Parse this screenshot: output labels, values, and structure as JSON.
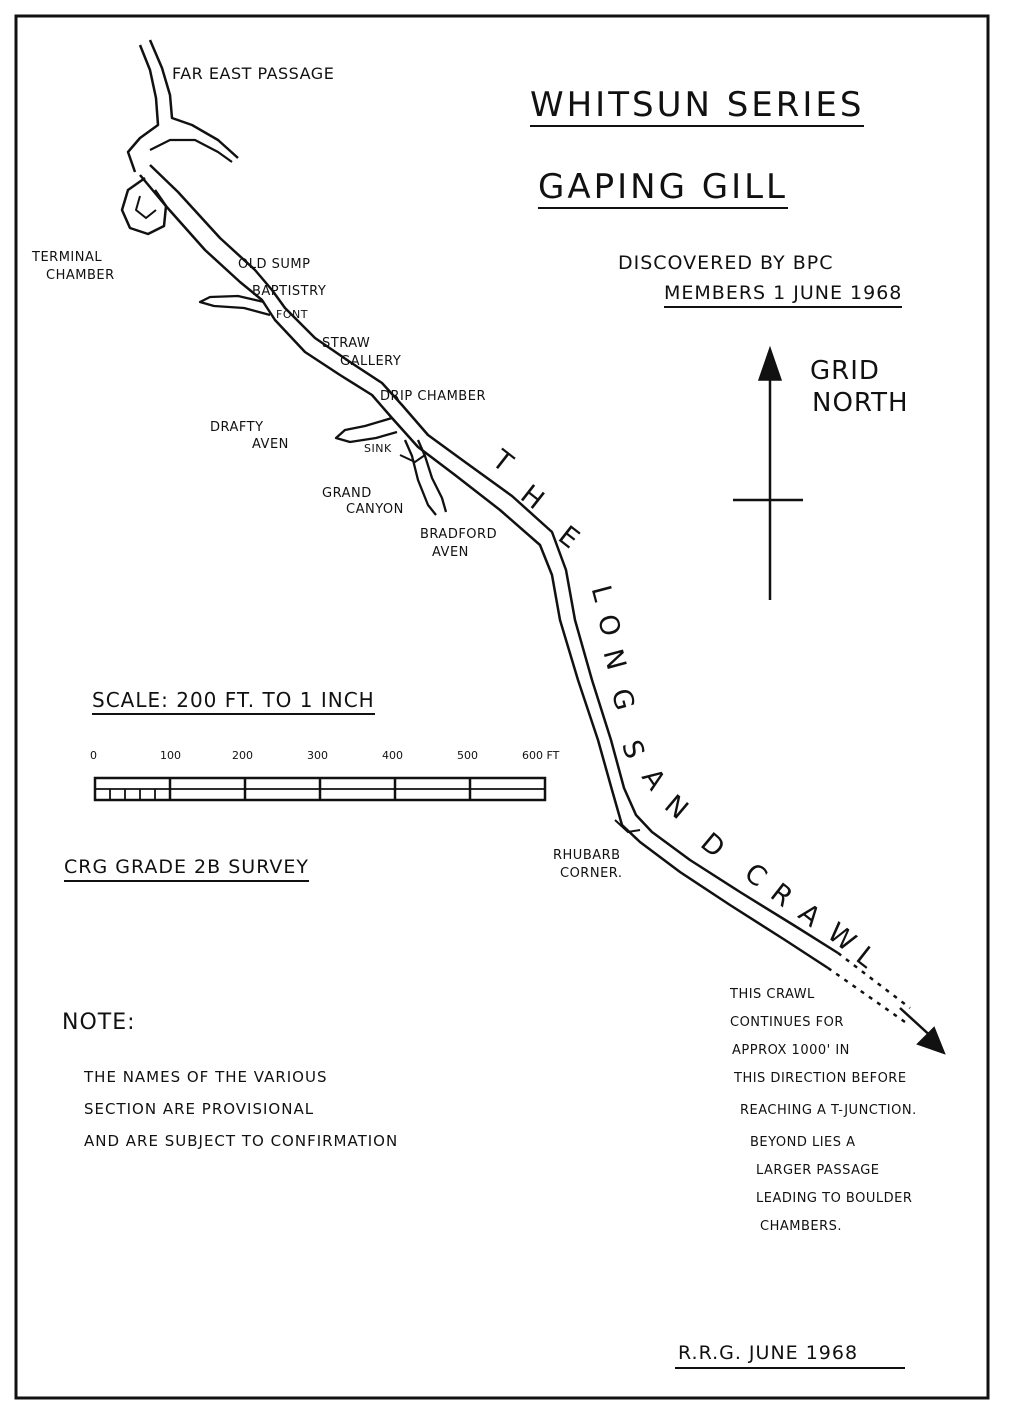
{
  "map": {
    "title": "Whitsun Series",
    "subtitle": "Gaping Gill",
    "discovery": [
      "Discovered by BPC",
      "Members 1 June 1968"
    ],
    "north_label": [
      "Grid",
      "North"
    ],
    "scale_title": "Scale: 200 ft. to 1 inch",
    "scale_ticks": [
      "0",
      "100",
      "200",
      "300",
      "400",
      "500",
      "600 FT"
    ],
    "survey_grade": "CRG Grade 2B Survey",
    "note_heading": "Note:",
    "note_lines": [
      "The names of the various",
      "section are provisional",
      "and are subject to confirmation"
    ],
    "direction_note": [
      "This crawl",
      "continues for",
      "approx 1000' in",
      "this direction before",
      "reaching a T-junction.",
      "Beyond lies a",
      "larger passage",
      "leading to boulder",
      "chambers."
    ],
    "signature": "R.R.G. June 1968",
    "passage_label_letters": [
      "T",
      "H",
      "E",
      "L",
      "O",
      "N",
      "G",
      "S",
      "A",
      "N",
      "D",
      "C",
      "R",
      "A",
      "W",
      "L"
    ],
    "places": {
      "far_east": "Far East Passage",
      "terminal": [
        "Terminal",
        "Chamber"
      ],
      "old_sump": "Old Sump",
      "baptistry": "Baptistry",
      "font": "Font",
      "straw": [
        "Straw",
        "Gallery"
      ],
      "drip": "Drip Chamber",
      "drafty": [
        "Drafty",
        "Aven"
      ],
      "sink": "Sink",
      "grand": [
        "Grand",
        "Canyon"
      ],
      "bradford": [
        "Bradford",
        "Aven"
      ],
      "rhubarb": [
        "Rhubarb",
        "Corner."
      ]
    }
  }
}
